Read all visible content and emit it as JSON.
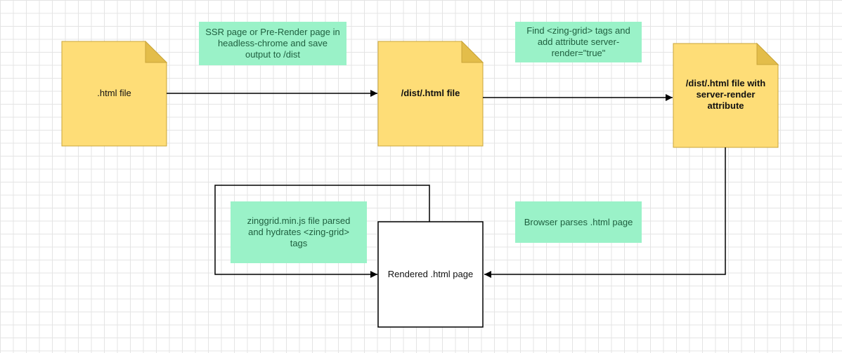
{
  "colors": {
    "doc_fill": "#fedd77",
    "doc_fold": "#e3bd4a",
    "doc_stroke": "#c9a53a",
    "note_fill": "#9af2c8",
    "note_text": "#1f5f3f",
    "line": "#000000"
  },
  "docs": {
    "source": ".html file",
    "dist": "/dist/.html file",
    "dist_attr": "/dist/.html file with server-render attribute"
  },
  "notes": {
    "ssr": "SSR page or Pre-Render page in headless-chrome and save output to /dist",
    "find": "Find <zing-grid> tags and add attribute server-render=\"true\"",
    "hydrate": "zinggrid.min.js file parsed and hydrates <zing-grid> tags",
    "browser": "Browser parses .html page"
  },
  "page": {
    "rendered": "Rendered .html page"
  }
}
